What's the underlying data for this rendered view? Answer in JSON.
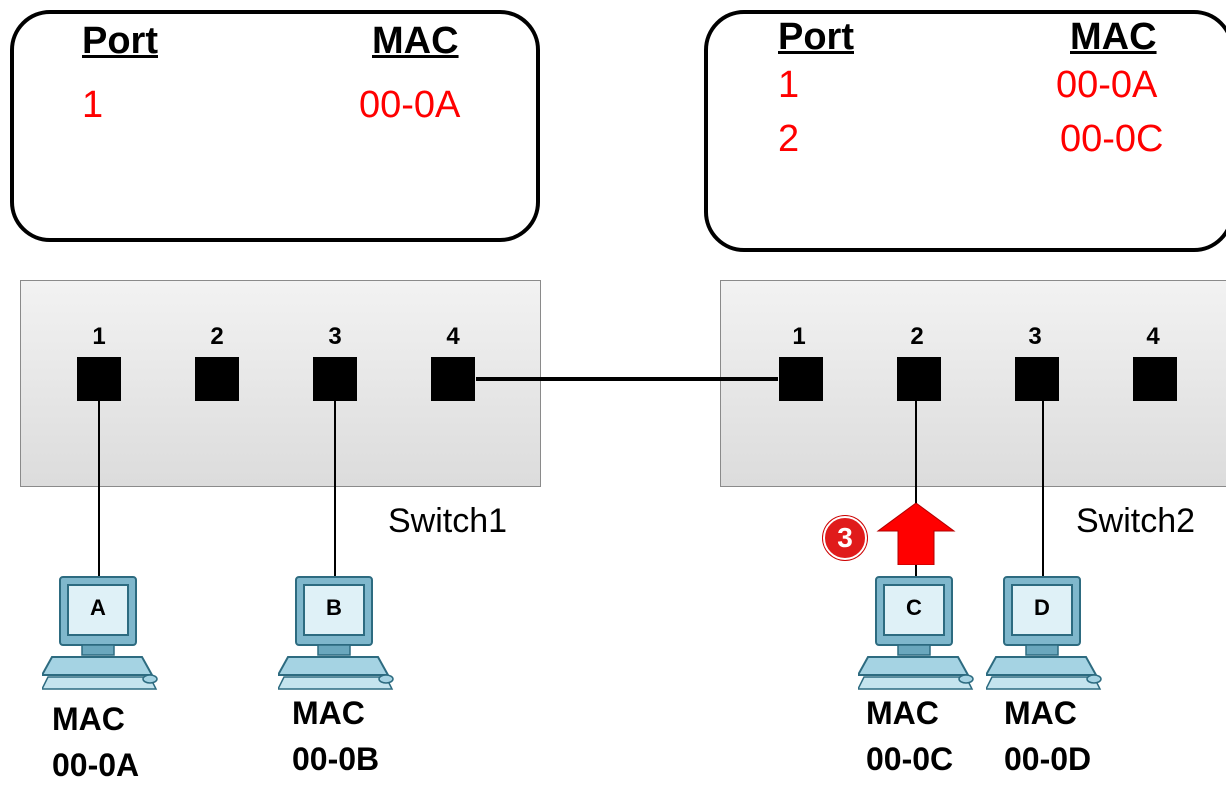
{
  "tables": [
    {
      "header": {
        "port": "Port",
        "mac": "MAC"
      },
      "rows": [
        {
          "port": "1",
          "mac": "00-0A"
        }
      ]
    },
    {
      "header": {
        "port": "Port",
        "mac": "MAC"
      },
      "rows": [
        {
          "port": "1",
          "mac": "00-0A"
        },
        {
          "port": "2",
          "mac": "00-0C"
        }
      ]
    }
  ],
  "switches": [
    {
      "name": "Switch1",
      "ports": [
        "1",
        "2",
        "3",
        "4"
      ]
    },
    {
      "name": "Switch2",
      "ports": [
        "1",
        "2",
        "3",
        "4"
      ]
    }
  ],
  "hosts": [
    {
      "letter": "A",
      "mac_label": "MAC",
      "mac": "00-0A"
    },
    {
      "letter": "B",
      "mac_label": "MAC",
      "mac": "00-0B"
    },
    {
      "letter": "C",
      "mac_label": "MAC",
      "mac": "00-0C"
    },
    {
      "letter": "D",
      "mac_label": "MAC",
      "mac": "00-0D"
    }
  ],
  "step": {
    "number": "3",
    "color": "#e01b1b"
  },
  "colors": {
    "table_entry": "#ff0000",
    "arrow": "#ff0000"
  }
}
